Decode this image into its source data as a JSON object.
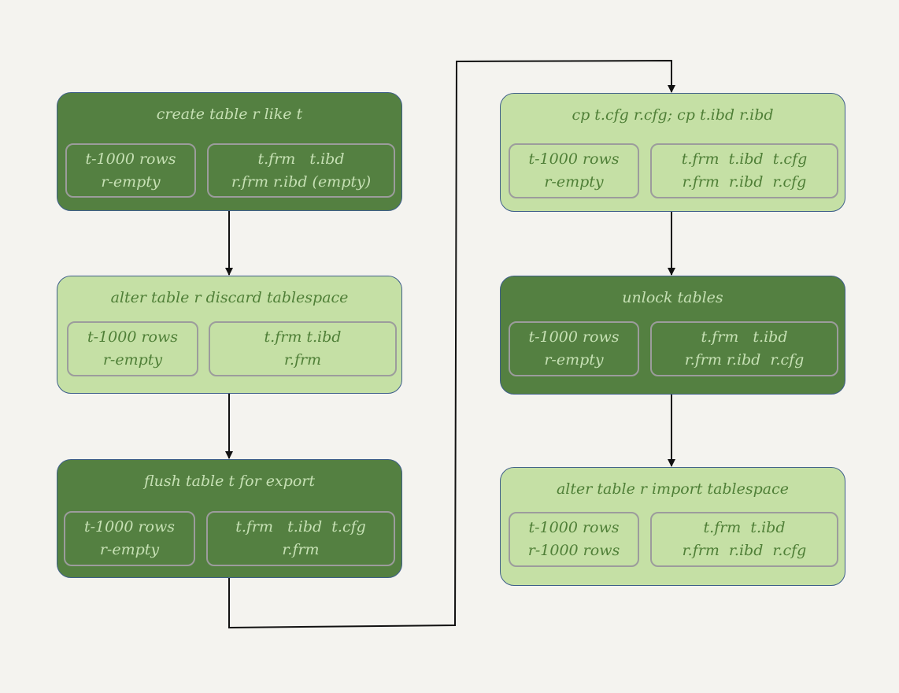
{
  "steps": [
    {
      "id": "create",
      "title": "create table r like t",
      "theme": "dark",
      "left_lines": [
        "t-1000 rows",
        "r-empty"
      ],
      "right_lines": [
        "t.frm   t.ibd",
        "r.frm r.ibd (empty)"
      ]
    },
    {
      "id": "discard",
      "title": "alter table r discard tablespace",
      "theme": "light",
      "left_lines": [
        "t-1000 rows",
        "r-empty"
      ],
      "right_lines": [
        "t.frm t.ibd",
        "r.frm"
      ]
    },
    {
      "id": "flush",
      "title": "flush table t for export",
      "theme": "dark",
      "left_lines": [
        "t-1000 rows",
        "r-empty"
      ],
      "right_lines": [
        "t.frm   t.ibd  t.cfg",
        "r.frm"
      ]
    },
    {
      "id": "copy",
      "title": "cp t.cfg r.cfg; cp t.ibd r.ibd",
      "theme": "light",
      "left_lines": [
        "t-1000 rows",
        "r-empty"
      ],
      "right_lines": [
        "t.frm  t.ibd  t.cfg",
        "r.frm  r.ibd  r.cfg"
      ]
    },
    {
      "id": "unlock",
      "title": "unlock tables",
      "theme": "dark",
      "left_lines": [
        "t-1000 rows",
        "r-empty"
      ],
      "right_lines": [
        "t.frm   t.ibd",
        "r.frm r.ibd  r.cfg"
      ]
    },
    {
      "id": "import",
      "title": "alter table r import tablespace",
      "theme": "light",
      "left_lines": [
        "t-1000 rows",
        "r-1000 rows"
      ],
      "right_lines": [
        "t.frm  t.ibd",
        "r.frm  r.ibd  r.cfg"
      ]
    }
  ],
  "colors": {
    "dark_fill": "#548041",
    "dark_text": "#c6e0b4",
    "light_fill": "#c5e0a5",
    "light_text": "#4f7f37",
    "panel_border": "#9c9c9c",
    "connector": "#111111",
    "background": "#f4f3ef"
  }
}
